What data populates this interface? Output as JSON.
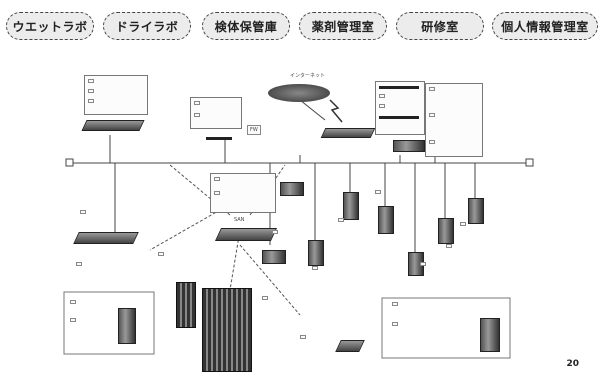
{
  "header": {
    "pills": [
      "ウエットラボ",
      "ドライラボ",
      "検体保管庫",
      "薬剤管理室",
      "研修室",
      "個人情報管理室"
    ]
  },
  "labels": {
    "internet": "インターネット",
    "fw": "FW",
    "bus_left": "",
    "lan_backbone": "",
    "san": "SAN",
    "san_sub": "",
    "tl1": "",
    "tl2": "",
    "tl3": "",
    "tc1": "",
    "tc2": "",
    "mid1": "",
    "mid2": "",
    "tr1": "",
    "tr2": "",
    "tr3": "",
    "tr4": "",
    "tr5": "",
    "san_left": "",
    "san_left2": "",
    "storage_label": "",
    "storage_box": "",
    "s1": "",
    "s2": "",
    "s3": "",
    "s4": "",
    "s5": "",
    "s6": "",
    "s7": "",
    "bl1": "",
    "bl2": "",
    "bm1": "",
    "bm2": "",
    "br_title": "",
    "br1": ""
  },
  "page_number": "20"
}
